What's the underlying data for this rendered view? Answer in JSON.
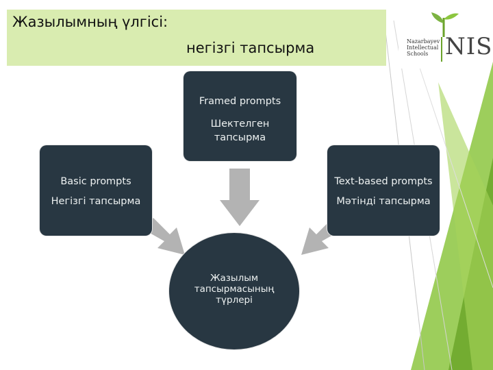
{
  "header": {
    "title_line1": "Жазылымның үлгісі:",
    "title_line2": "негізгі тапсырма"
  },
  "logo": {
    "text_lines": [
      "Nazarbayev",
      "Intellectual",
      "Schools"
    ],
    "abbreviation": "NIS"
  },
  "diagram": {
    "top_box": {
      "label_en": "Framed prompts",
      "label_kk": "Шектелген тапсырма"
    },
    "left_box": {
      "label_en": "Basic prompts",
      "label_kk": "Негізгі тапсырма"
    },
    "right_box": {
      "label_en": "Text-based prompts",
      "label_kk": "Мәтінді тапсырма"
    },
    "center": {
      "label": "Жазылым тапсырмасының түрлері"
    }
  },
  "colors": {
    "node_fill": "#283742",
    "title_bg": "#d9ecb0",
    "accent_green": "#8cc63f",
    "arrow_gray": "#b3b3b3"
  }
}
